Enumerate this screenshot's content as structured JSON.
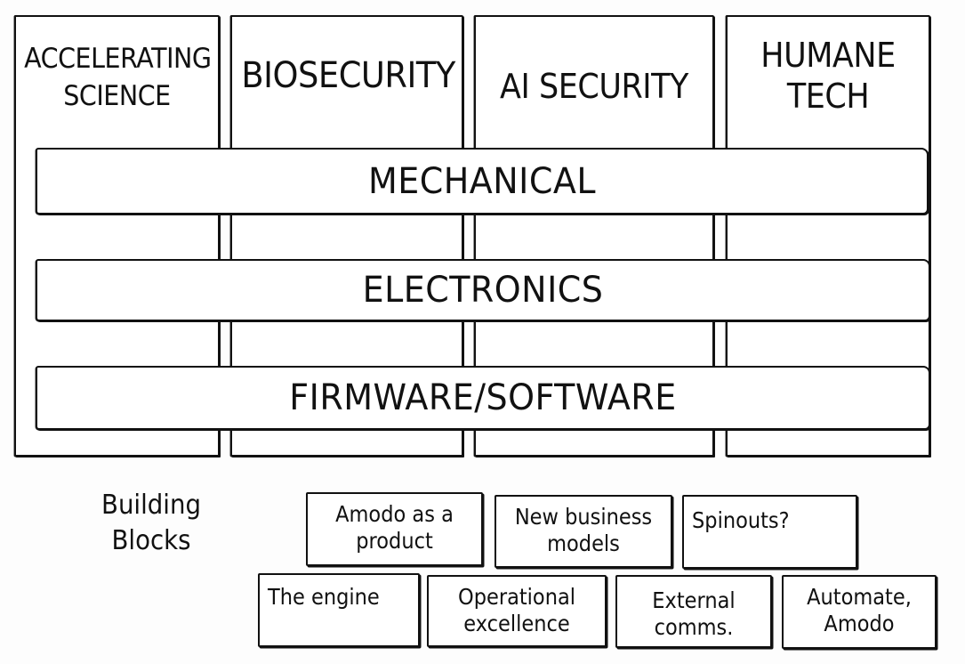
{
  "diagram": {
    "pillars": [
      {
        "id": "accelerating-science",
        "label": "ACCELERATING\nSCIENCE"
      },
      {
        "id": "biosecurity",
        "label": "BIOSECURITY"
      },
      {
        "id": "ai-security",
        "label": "AI SECURITY"
      },
      {
        "id": "humane-tech",
        "label": "HUMANE\nTECH"
      }
    ],
    "layers": [
      {
        "id": "mechanical",
        "label": "MECHANICAL"
      },
      {
        "id": "electronics",
        "label": "ELECTRONICS"
      },
      {
        "id": "firmware-software",
        "label": "FIRMWARE/SOFTWARE"
      }
    ],
    "building_blocks": {
      "title": "Building\nBlocks",
      "top_row": [
        {
          "id": "amodo-as-a-product",
          "label": "Amodo as a\nproduct"
        },
        {
          "id": "new-business-models",
          "label": "New business\nmodels"
        },
        {
          "id": "spinouts",
          "label": "Spinouts?"
        }
      ],
      "bottom_row": [
        {
          "id": "the-engine",
          "label": "The engine"
        },
        {
          "id": "operational-excellence",
          "label": "Operational\nexcellence"
        },
        {
          "id": "external-comms",
          "label": "External\ncomms."
        },
        {
          "id": "automate-amodo",
          "label": "Automate,\nAmodo"
        }
      ]
    },
    "colors": {
      "stroke": "#111111",
      "background": "#fdfdfd",
      "fill": "#ffffff"
    }
  }
}
